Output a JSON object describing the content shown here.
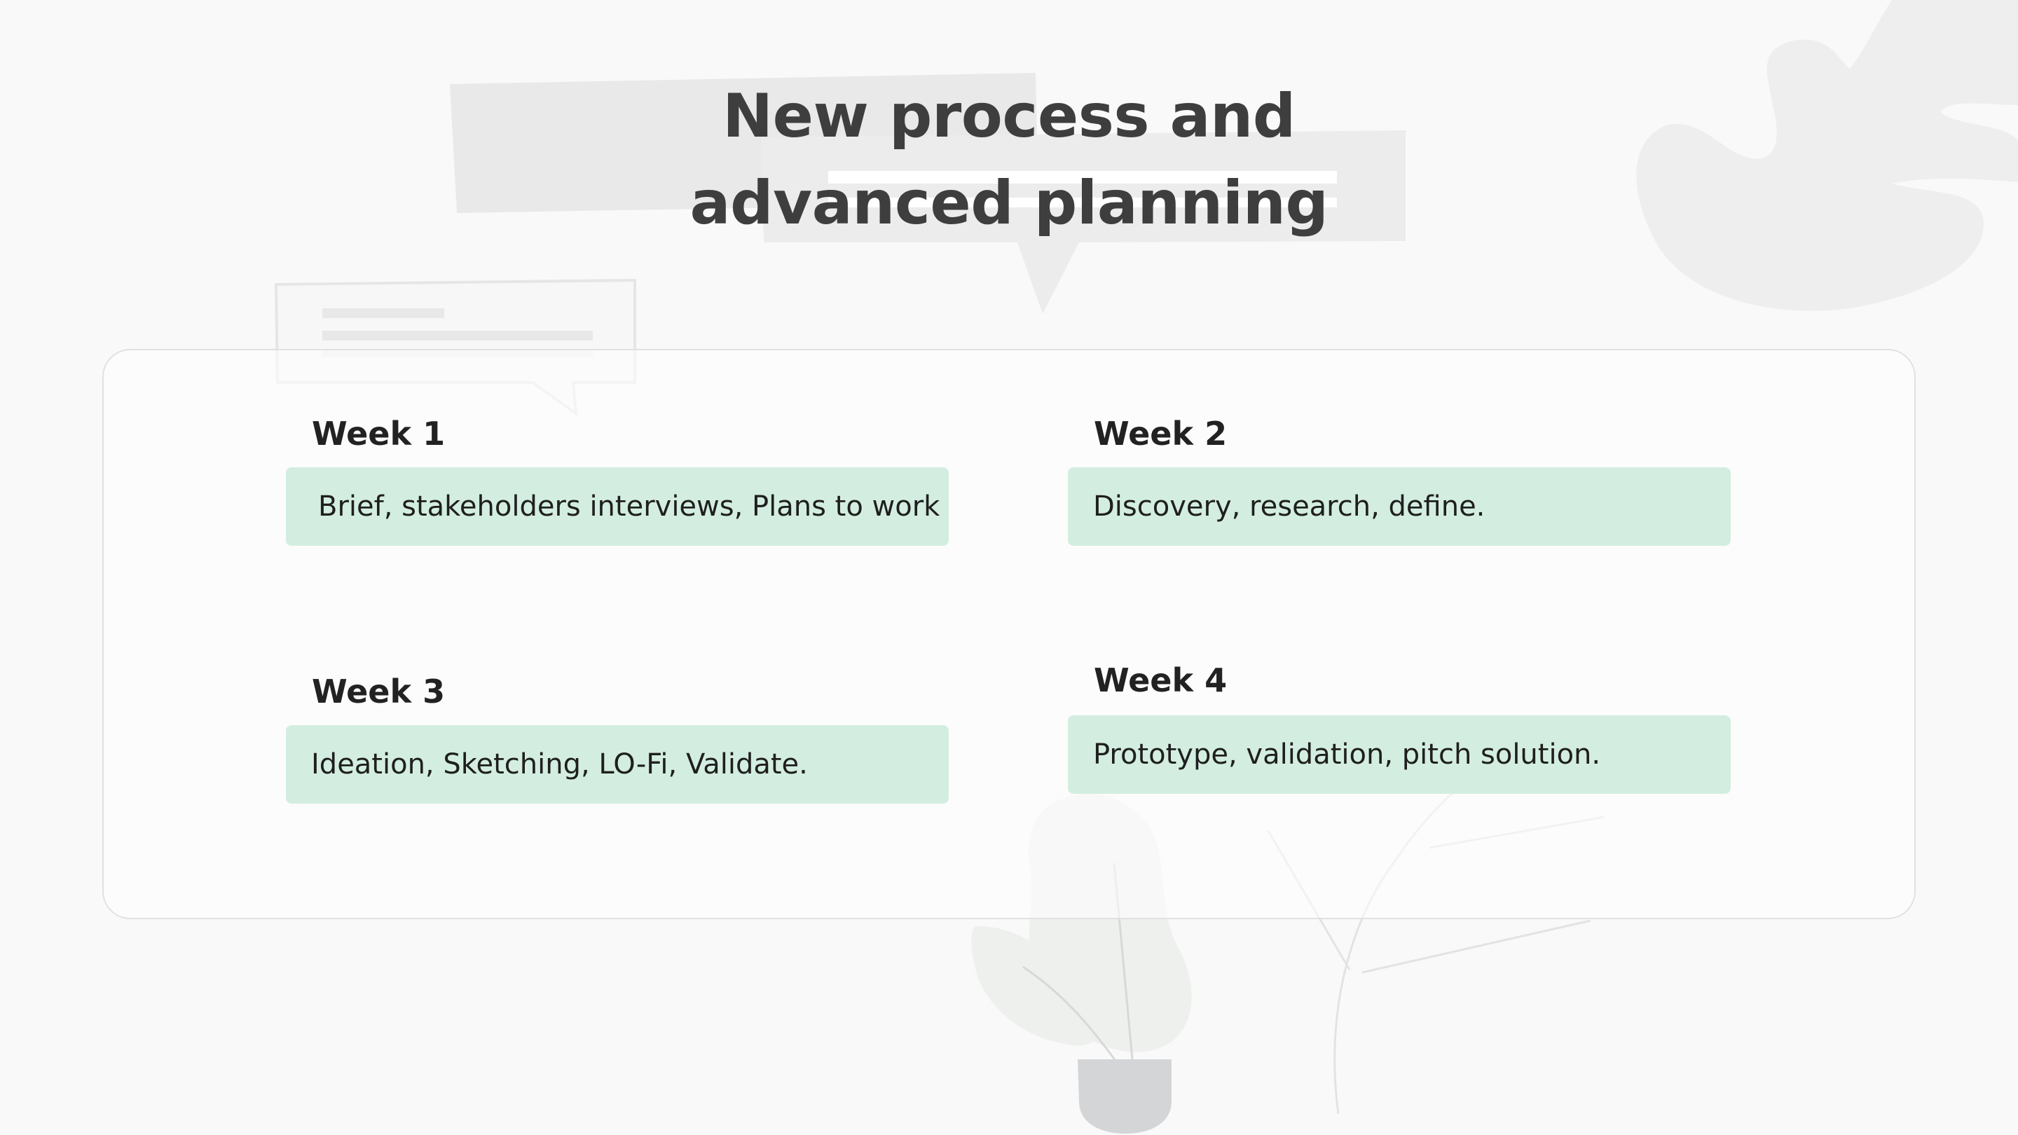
{
  "slide": {
    "title_line_1": "New process and",
    "title_line_2": "advanced planning"
  },
  "weeks": [
    {
      "label": "Week 1",
      "text": "Brief, stakeholders interviews, Plans to work"
    },
    {
      "label": "Week 2",
      "text": "Discovery, research, define."
    },
    {
      "label": "Week 3",
      "text": "Ideation, Sketching, LO-Fi, Validate."
    },
    {
      "label": "Week 4",
      "text": "Prototype, validation, pitch solution."
    }
  ],
  "colors": {
    "background": "#f9f9f9",
    "title": "#3e3e3e",
    "box_fill": "#d3eee0",
    "text": "#1f1f1f"
  },
  "icons": [
    "speech-bubble-illustration",
    "leaf-illustration",
    "potted-plant-illustration",
    "branch-illustration"
  ]
}
